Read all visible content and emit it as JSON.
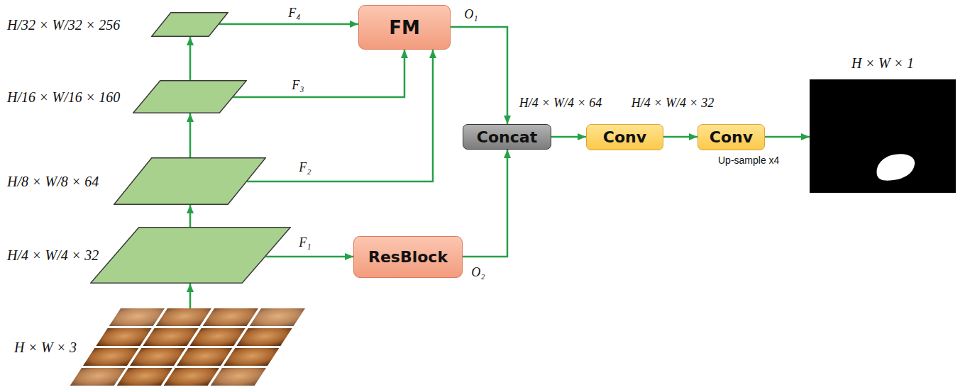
{
  "diagram": {
    "nodes": [
      {
        "text": [
          "H × W × 3"
        ]
      },
      {
        "text": [
          "H/4 × W/4 × 32"
        ]
      },
      {
        "text": [
          "H/8 × W/8 × 64"
        ]
      },
      {
        "text": [
          "H/16 × W/16 × 160"
        ]
      },
      {
        "text": [
          "H/32 × W/32 × 256"
        ]
      },
      {
        "text": [
          "FM"
        ]
      },
      {
        "text": [
          "ResBlock"
        ]
      },
      {
        "text": [
          "Concat"
        ]
      },
      {
        "text": [
          "Conv"
        ]
      },
      {
        "text": [
          "Conv"
        ]
      },
      {
        "text": [
          "H × W × 1"
        ]
      }
    ],
    "edges": [
      {
        "from": 0,
        "to": 1,
        "arrow": "to"
      },
      {
        "from": 1,
        "to": 2,
        "arrow": "to"
      },
      {
        "from": 2,
        "to": 3,
        "arrow": "to"
      },
      {
        "from": 3,
        "to": 4,
        "arrow": "to"
      },
      {
        "from": 4,
        "to": 5,
        "label": "F₄",
        "arrow": "to"
      },
      {
        "from": 3,
        "to": 5,
        "label": "F₃",
        "arrow": "to"
      },
      {
        "from": 2,
        "to": 5,
        "label": "F₂",
        "arrow": "to"
      },
      {
        "from": 1,
        "to": 6,
        "label": "F₁",
        "arrow": "to"
      },
      {
        "from": 5,
        "to": 7,
        "label": "O₁",
        "arrow": "to"
      },
      {
        "from": 6,
        "to": 7,
        "label": "O₂",
        "arrow": "to"
      },
      {
        "from": 7,
        "to": 8,
        "label": "H/4 × W/4 × 64",
        "arrow": "to"
      },
      {
        "from": 8,
        "to": 9,
        "label": "H/4 × W/4 × 32",
        "arrow": "to"
      },
      {
        "from": 9,
        "to": 10,
        "arrow": "to"
      }
    ],
    "labels": [
      "Up-sample x4"
    ]
  }
}
